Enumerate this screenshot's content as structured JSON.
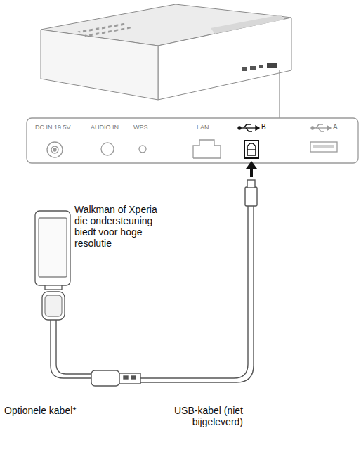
{
  "diagram": {
    "labels": [
      "DC IN 19.5V",
      "AUDIO IN",
      "WPS",
      "LAN",
      "B",
      "A",
      "Walkman of Xperia die ondersteuning biedt voor hoge resolutie",
      "Optionele kabel*",
      "USB-kabel (niet bijgeleverd)"
    ]
  }
}
